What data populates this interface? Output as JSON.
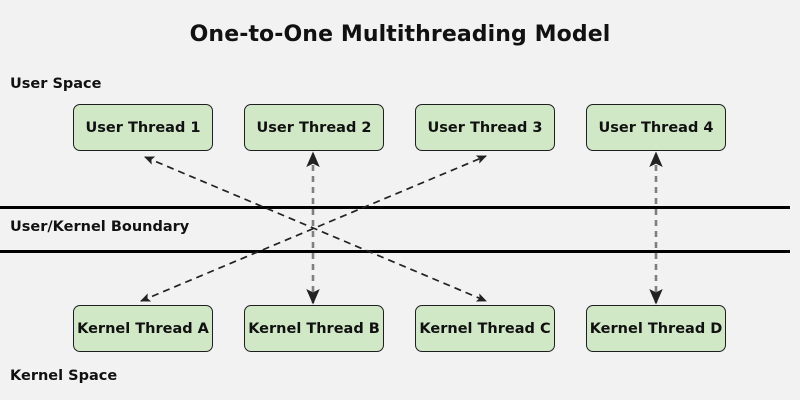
{
  "title": "One-to-One Multithreading Model",
  "labels": {
    "user_space": "User Space",
    "kernel_space": "Kernel Space",
    "boundary": "User/Kernel Boundary"
  },
  "colors": {
    "background": "#f2f2f2",
    "box_fill": "#d0e8c6",
    "box_border": "#1f1f1f",
    "boundary_line": "#000000",
    "arrow_dark": "#222222",
    "arrow_gray": "#7f7f7f",
    "text": "#111111"
  },
  "user_threads": [
    {
      "id": "user-thread-1",
      "label": "User Thread 1"
    },
    {
      "id": "user-thread-2",
      "label": "User Thread 2"
    },
    {
      "id": "user-thread-3",
      "label": "User Thread 3"
    },
    {
      "id": "user-thread-4",
      "label": "User Thread 4"
    }
  ],
  "kernel_threads": [
    {
      "id": "kernel-thread-a",
      "label": "Kernel Thread A"
    },
    {
      "id": "kernel-thread-b",
      "label": "Kernel Thread B"
    },
    {
      "id": "kernel-thread-c",
      "label": "Kernel Thread C"
    },
    {
      "id": "kernel-thread-d",
      "label": "Kernel Thread D"
    }
  ],
  "connections": [
    {
      "id": "conn-ut1-ktc",
      "from": "user-thread-1",
      "to": "kernel-thread-c",
      "style": "dashed",
      "arrows": "both",
      "color": "#222222"
    },
    {
      "id": "conn-ut2-ktb",
      "from": "user-thread-2",
      "to": "kernel-thread-b",
      "style": "dashed",
      "arrows": "both",
      "color": "#7f7f7f"
    },
    {
      "id": "conn-ut3-kta",
      "from": "user-thread-3",
      "to": "kernel-thread-a",
      "style": "dashed",
      "arrows": "both",
      "color": "#222222"
    },
    {
      "id": "conn-ut4-ktd",
      "from": "user-thread-4",
      "to": "kernel-thread-d",
      "style": "dashed",
      "arrows": "both",
      "color": "#7f7f7f"
    }
  ]
}
